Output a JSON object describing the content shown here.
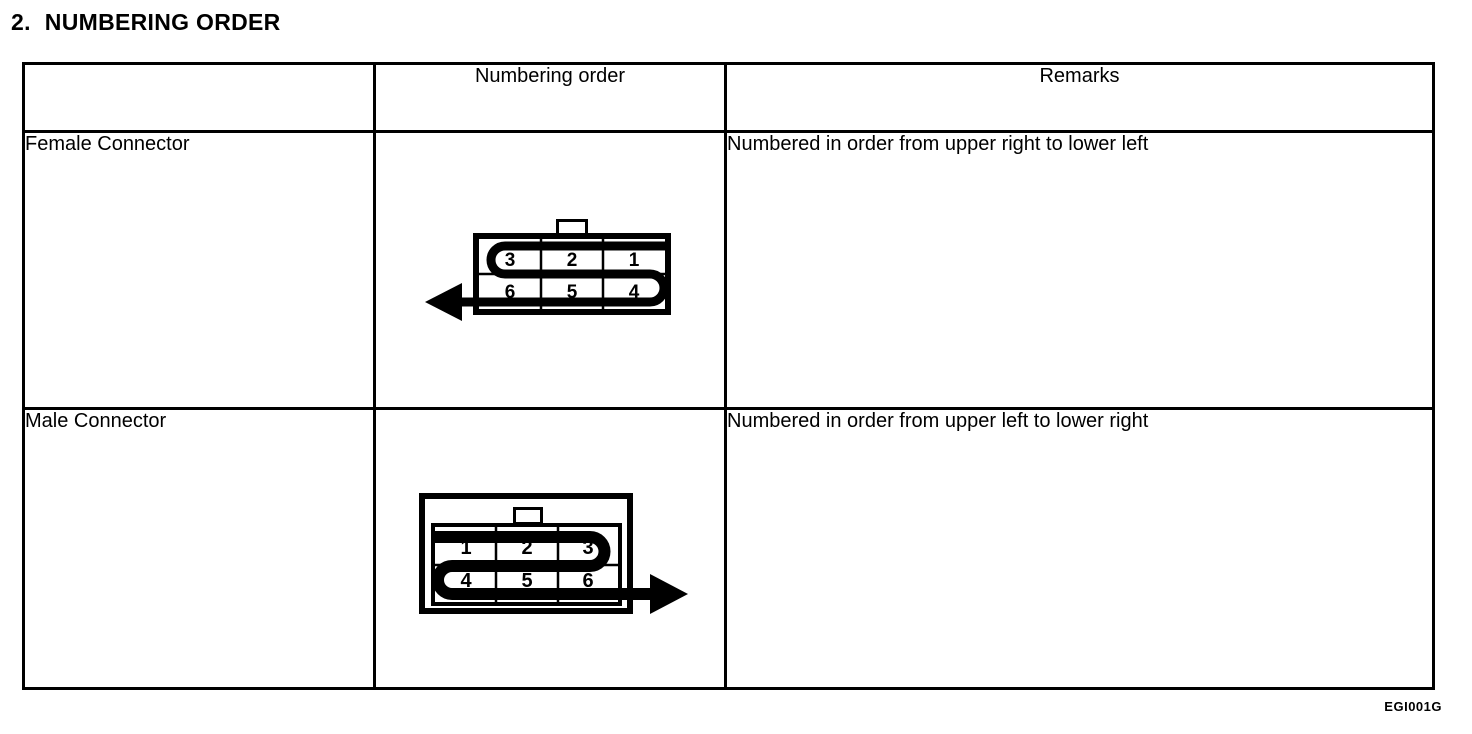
{
  "page": {
    "title_number": "2.",
    "title_text": "NUMBERING ORDER",
    "figure_code": "EGI001G"
  },
  "table": {
    "headers": {
      "col1": "",
      "col2": "Numbering order",
      "col3": "Remarks"
    },
    "rows": [
      {
        "label": "Female Connector",
        "remarks": "Numbered in order from upper right to lower left"
      },
      {
        "label": "Male Connector",
        "remarks": "Numbered in order from upper left to lower right"
      }
    ]
  },
  "diagrams": {
    "female": {
      "pins": [
        [
          "3",
          "2",
          "1"
        ],
        [
          "6",
          "5",
          "4"
        ]
      ],
      "arrow_direction": "left"
    },
    "male": {
      "pins": [
        [
          "1",
          "2",
          "3"
        ],
        [
          "4",
          "5",
          "6"
        ]
      ],
      "arrow_direction": "right"
    }
  }
}
